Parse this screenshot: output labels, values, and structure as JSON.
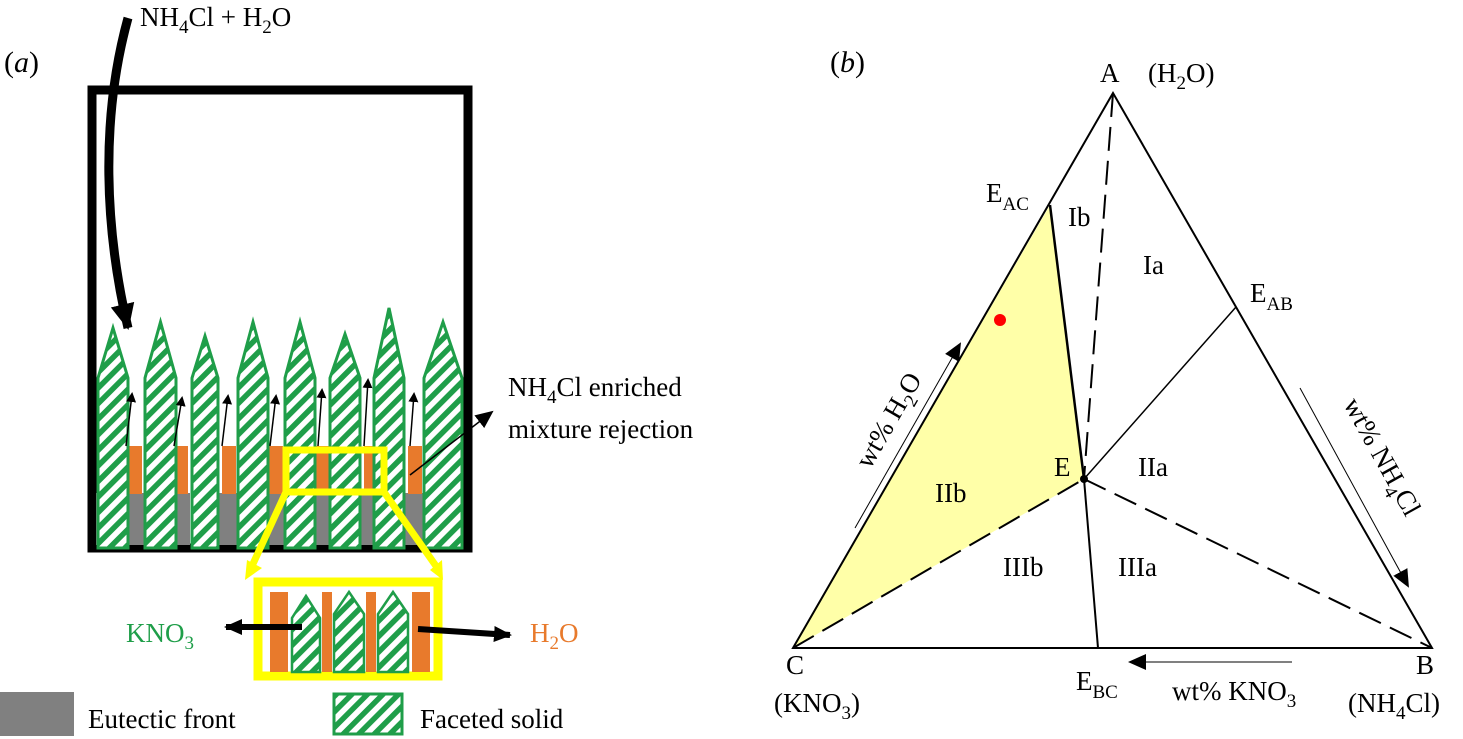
{
  "panel_a": {
    "label_open": "(",
    "label_letter": "a",
    "label_close": ")",
    "inlet": {
      "a": "NH",
      "a_sub": "4",
      "b": "Cl + H",
      "b_sub": "2",
      "c": "O"
    },
    "rejection": {
      "a": "NH",
      "a_sub": "4",
      "b": "Cl enriched",
      "line2": "mixture rejection"
    },
    "kno3": {
      "a": "KNO",
      "a_sub": "3"
    },
    "h2o": {
      "a": "H",
      "a_sub": "2",
      "b": "O"
    },
    "legend": {
      "eutectic": "Eutectic front",
      "faceted": "Faceted solid"
    },
    "colors": {
      "green": "#1f9e49",
      "orange": "#e87a2c",
      "gray": "#808080",
      "yellow": "#ffff00"
    }
  },
  "panel_b": {
    "label_open": "(",
    "label_letter": "b",
    "label_close": ")",
    "vertices": {
      "A": "A",
      "A_comp": {
        "a": "(H",
        "a_sub": "2",
        "b": "O)"
      },
      "B": "B",
      "B_comp": {
        "a": "(NH",
        "a_sub": "4",
        "b": "Cl)"
      },
      "C": "C",
      "C_comp": {
        "a": "(KNO",
        "a_sub": "3",
        "b": ")"
      }
    },
    "eutectics": {
      "EAC": {
        "a": "E",
        "a_sub": "AC"
      },
      "EAB": {
        "a": "E",
        "a_sub": "AB"
      },
      "EBC": {
        "a": "E",
        "a_sub": "BC"
      },
      "E": "E"
    },
    "regions": [
      "Ib",
      "Ia",
      "IIa",
      "IIb",
      "IIIb",
      "IIIa"
    ],
    "axes": {
      "h2o": {
        "a": "wt% H",
        "a_sub": "2",
        "b": "O"
      },
      "nh4cl": {
        "a": "wt% NH",
        "a_sub": "4",
        "b": "Cl"
      },
      "kno3": {
        "a": "wt% KNO",
        "a_sub": "3"
      }
    },
    "colors": {
      "shade": "#ffffa8",
      "marker": "#ff0000"
    }
  }
}
